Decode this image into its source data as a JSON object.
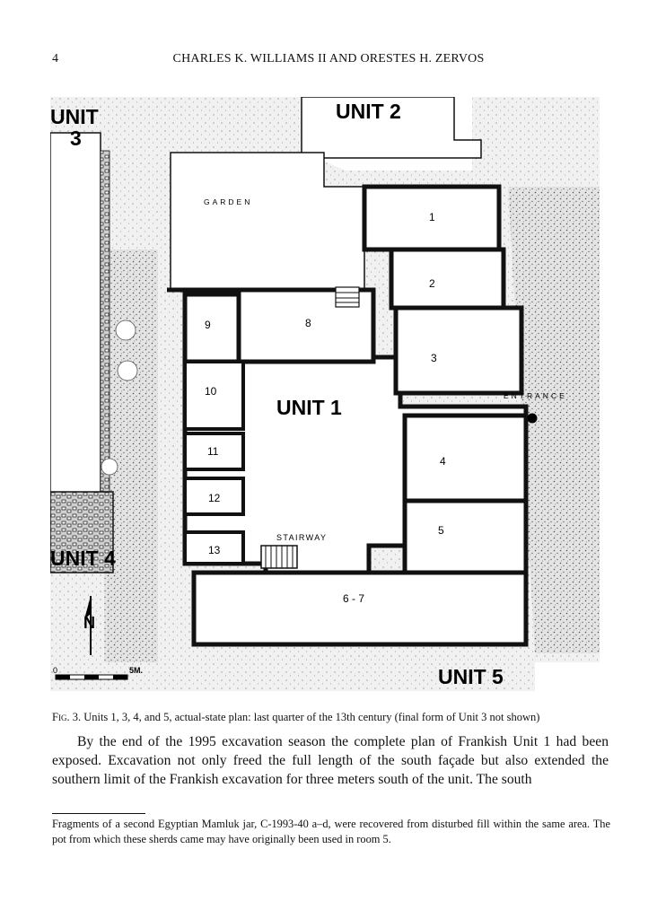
{
  "header": {
    "page_number": "4",
    "running_head": "CHARLES K. WILLIAMS II AND ORESTES H. ZERVOS"
  },
  "figure": {
    "unit_labels": {
      "unit1": "UNIT 1",
      "unit2": "UNIT 2",
      "unit3": "UNIT 3",
      "unit4": "UNIT 4",
      "unit5": "UNIT 5"
    },
    "room_labels": {
      "r1": "1",
      "r2": "2",
      "r3": "3",
      "r4": "4",
      "r5": "5",
      "r67": "6 - 7",
      "r8": "8",
      "r9": "9",
      "r10": "10",
      "r11": "11",
      "r12": "12",
      "r13": "13"
    },
    "feature_labels": {
      "garden": "GARDEN",
      "stairway": "STAIRWAY",
      "entrance": "ENTRANCE"
    },
    "north_label": "N",
    "scale_bar": {
      "zero": "0",
      "end": "5M."
    }
  },
  "caption": {
    "label": "Fig. 3.",
    "text": "Units 1, 3, 4, and 5, actual-state plan: last quarter of the 13th century (final form of Unit 3 not shown)"
  },
  "body_paragraph": "By the end of the 1995 excavation season the complete plan of Frankish Unit 1 had been exposed. Excavation not only freed the full length of the south façade but also extended the southern limit of the Frankish excavation for three meters south of the unit. The south",
  "footnote": "Fragments of a second Egyptian Mamluk jar, C-1993-40 a–d, were recovered from disturbed fill within the same area. The pot from which these sherds came may have originally been used in room 5."
}
